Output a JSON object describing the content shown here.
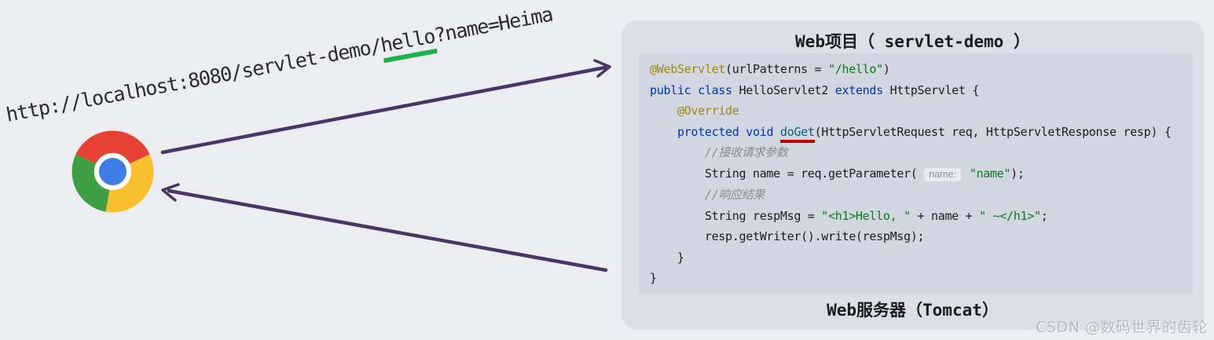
{
  "colors": {
    "arrow": "#4a3666",
    "url-underline": "#21b14c",
    "doget-underline": "#c40000",
    "annotation": "#9e880d",
    "keyword": "#0033b3",
    "string": "#067d17",
    "comment": "#8c8c8c",
    "method": "#00627a",
    "chrome-red": "#e64134",
    "chrome-yellow": "#f7c02c",
    "chrome-green": "#3e9e43",
    "chrome-blue": "#3f7ee8"
  },
  "url": {
    "prefix": "http://localhost:8080/servlet-demo/",
    "highlight": "hello",
    "suffix": "?name=Heima"
  },
  "server": {
    "title": "Web项目（ servlet-demo ）",
    "footer": "Web服务器（Tomcat）",
    "code_lines": [
      [
        [
          "ann",
          "@WebServlet"
        ],
        [
          "plain",
          "(urlPatterns = "
        ],
        [
          "str",
          "\"/hello\""
        ],
        [
          "plain",
          ")"
        ]
      ],
      [
        [
          "kw",
          "public class"
        ],
        [
          "plain",
          " HelloServlet2 "
        ],
        [
          "kw",
          "extends"
        ],
        [
          "plain",
          " HttpServlet {"
        ]
      ],
      [
        [
          "plain",
          "    "
        ],
        [
          "ann",
          "@Override"
        ]
      ],
      [
        [
          "plain",
          "    "
        ],
        [
          "kw",
          "protected void"
        ],
        [
          "plain",
          " "
        ],
        [
          "meth",
          "doGet"
        ],
        [
          "plain",
          "(HttpServletRequest req, HttpServletResponse resp) {"
        ]
      ],
      [
        [
          "plain",
          "        "
        ],
        [
          "cm",
          "//接收请求参数"
        ]
      ],
      [
        [
          "plain",
          "        String name = req.getParameter( "
        ],
        [
          "hint",
          "name:"
        ],
        [
          "plain",
          " "
        ],
        [
          "str",
          "\"name\""
        ],
        [
          "plain",
          ");"
        ]
      ],
      [
        [
          "plain",
          "        "
        ],
        [
          "cm",
          "//响应结果"
        ]
      ],
      [
        [
          "plain",
          "        String respMsg = "
        ],
        [
          "str",
          "\"<h1>Hello, \""
        ],
        [
          "plain",
          " + name + "
        ],
        [
          "str",
          "\" ~</h1>\""
        ],
        [
          "plain",
          ";"
        ]
      ],
      [
        [
          "plain",
          "        resp.getWriter().write(respMsg);"
        ]
      ],
      [
        [
          "plain",
          "    }"
        ]
      ],
      [
        [
          "plain",
          "}"
        ]
      ]
    ]
  },
  "watermark": "CSDN @数码世界的齿轮"
}
